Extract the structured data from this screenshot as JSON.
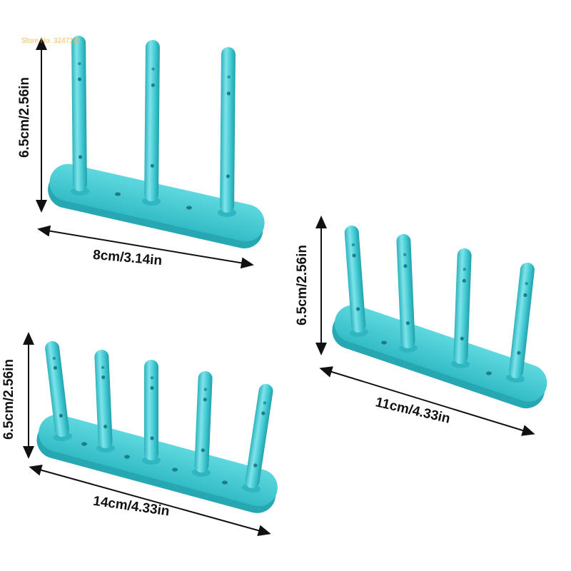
{
  "watermark": "Store No. 3247101",
  "colors": {
    "plastic": "#3ec7d0",
    "plastic_dark": "#2aa9b4",
    "plastic_light": "#7fe3ea",
    "arrow": "#111111"
  },
  "products": [
    {
      "pegs": 3,
      "height_label": "6.5cm/2.56in",
      "width_label": "8cm/3.14in"
    },
    {
      "pegs": 4,
      "height_label": "6.5cm/2.56in",
      "width_label": "11cm/4.33in"
    },
    {
      "pegs": 5,
      "height_label": "6.5cm/2.56in",
      "width_label": "14cm/4.33in"
    }
  ]
}
